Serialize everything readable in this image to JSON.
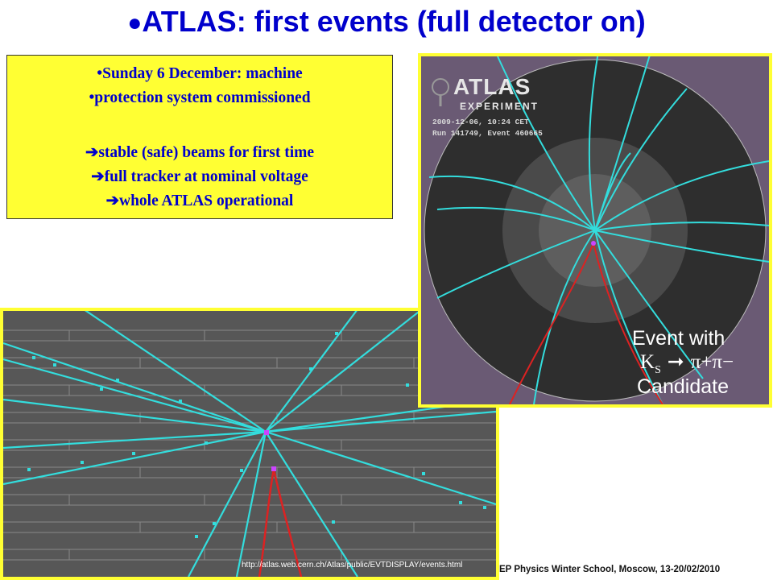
{
  "slide": {
    "bullet": "●",
    "title": "ATLAS: first events (full detector on)"
  },
  "info_box": {
    "line1": "Sunday 6 December: machine",
    "line2": "protection system commissioned",
    "items": [
      "stable (safe) beams for first time",
      "full tracker at nominal voltage",
      "whole ATLAS operational"
    ],
    "bullet": "•",
    "arrow": "➔"
  },
  "event_display": {
    "logo_text_1": "ATLAS",
    "logo_text_2": "EXPERIMENT",
    "meta_line1": "2009-12-06, 10:24 CET",
    "meta_line2": "Run 141749, Event 460665",
    "caption_line1": "Event with",
    "caption_ks": "K",
    "caption_sub": "S",
    "caption_pions": "π+π−",
    "caption_line3": "Candidate"
  },
  "zoom_display": {
    "url": "http://atlas.web.cern.ch/Atlas/public/EVTDISPLAY/events.html"
  },
  "footer": {
    "text": "EP Physics Winter School, Moscow, 13-20/02/2010"
  },
  "colors": {
    "title": "#0000cc",
    "highlight_box": "#ffff33",
    "track": "#33dddd",
    "ks_track": "#dd2222",
    "vertex": "#cc44ff"
  }
}
